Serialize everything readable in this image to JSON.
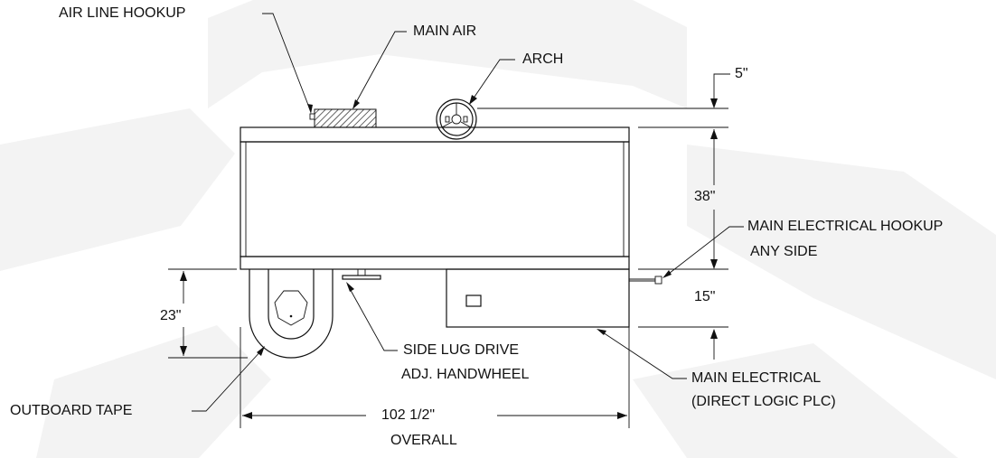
{
  "labels": {
    "air_line_hookup": "AIR LINE HOOKUP",
    "main_air": "MAIN AIR",
    "arch": "ARCH",
    "dim_5": "5\"",
    "dim_38": "38\"",
    "main_electrical_hookup_line1": "MAIN ELECTRICAL HOOKUP",
    "main_electrical_hookup_line2": "ANY SIDE",
    "dim_15": "15\"",
    "dim_23": "23\"",
    "side_lug_drive_line1": "SIDE LUG DRIVE",
    "side_lug_drive_line2": "ADJ. HANDWHEEL",
    "main_electrical_line1": "MAIN ELECTRICAL",
    "main_electrical_line2": "(DIRECT LOGIC PLC)",
    "outboard_tape": "OUTBOARD TAPE",
    "overall_width": "102 1/2\"",
    "overall": "OVERALL"
  },
  "colors": {
    "line": "#111111",
    "watermark": "#f3f3f3",
    "hatch": "#222222"
  }
}
